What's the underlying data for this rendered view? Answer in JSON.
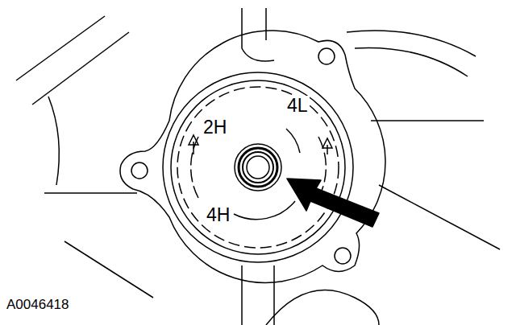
{
  "diagram": {
    "labels": [
      "2H",
      "4L",
      "4H",
      "A0046418"
    ]
  }
}
